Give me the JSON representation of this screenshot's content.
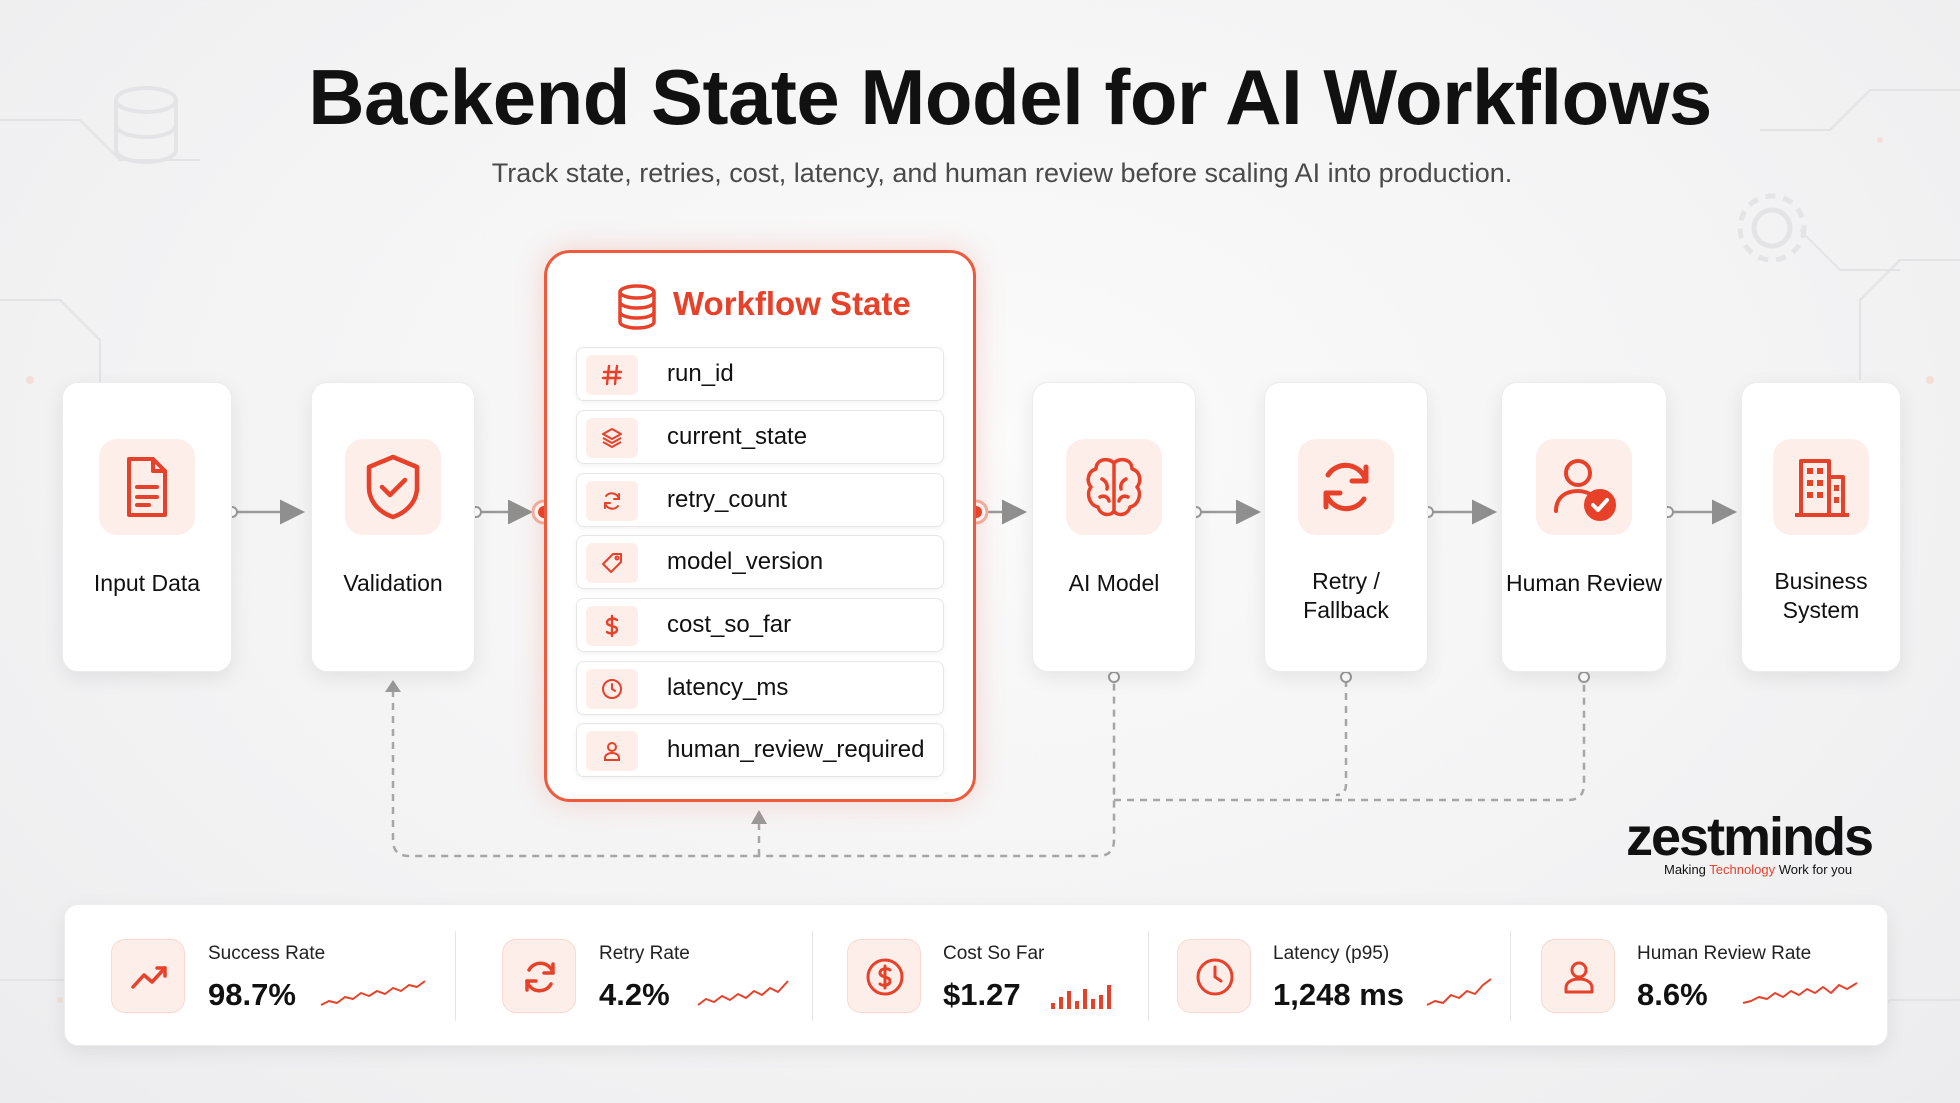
{
  "header": {
    "title": "Backend State Model for AI Workflows",
    "subtitle": "Track state, retries, cost, latency, and human review before scaling AI into production."
  },
  "pipeline": {
    "nodes": [
      {
        "id": "input",
        "label": "Input Data",
        "icon": "document-icon"
      },
      {
        "id": "validation",
        "label": "Validation",
        "icon": "shield-check-icon"
      },
      {
        "id": "ai_model",
        "label": "AI Model",
        "icon": "brain-icon"
      },
      {
        "id": "retry",
        "label_line1": "Retry /",
        "label_line2": "Fallback",
        "icon": "refresh-icon"
      },
      {
        "id": "human_review",
        "label": "Human Review",
        "icon": "user-check-icon"
      },
      {
        "id": "business",
        "label_line1": "Business",
        "label_line2": "System",
        "icon": "building-icon"
      }
    ]
  },
  "workflow_state": {
    "title": "Workflow State",
    "icon": "database-icon",
    "fields": [
      {
        "label": "run_id",
        "icon": "hash-icon"
      },
      {
        "label": "current_state",
        "icon": "layers-icon"
      },
      {
        "label": "retry_count",
        "icon": "refresh-icon"
      },
      {
        "label": "model_version",
        "icon": "tag-icon"
      },
      {
        "label": "cost_so_far",
        "icon": "dollar-icon"
      },
      {
        "label": "latency_ms",
        "icon": "clock-icon"
      },
      {
        "label": "human_review_required",
        "icon": "user-icon"
      }
    ]
  },
  "metrics": [
    {
      "label": "Success Rate",
      "value": "98.7%",
      "icon": "trend-up-icon",
      "spark": "line"
    },
    {
      "label": "Retry Rate",
      "value": "4.2%",
      "icon": "refresh-icon",
      "spark": "line"
    },
    {
      "label": "Cost So Far",
      "value": "$1.27",
      "icon": "dollar-circle-icon",
      "spark": "bars"
    },
    {
      "label": "Latency (p95)",
      "value": "1,248 ms",
      "icon": "clock-icon",
      "spark": "line"
    },
    {
      "label": "Human Review Rate",
      "value": "8.6%",
      "icon": "user-icon",
      "spark": "line"
    }
  ],
  "brand": {
    "name_part1": "zest",
    "name_part2": "minds",
    "tagline_pre": "Making ",
    "tagline_highlight": "Technology",
    "tagline_post": " Work for you"
  },
  "colors": {
    "accent": "#e8412a",
    "accent_soft": "#fdeeea",
    "text": "#111111",
    "muted": "#4a4a4a",
    "connector": "#9a9a9a"
  }
}
